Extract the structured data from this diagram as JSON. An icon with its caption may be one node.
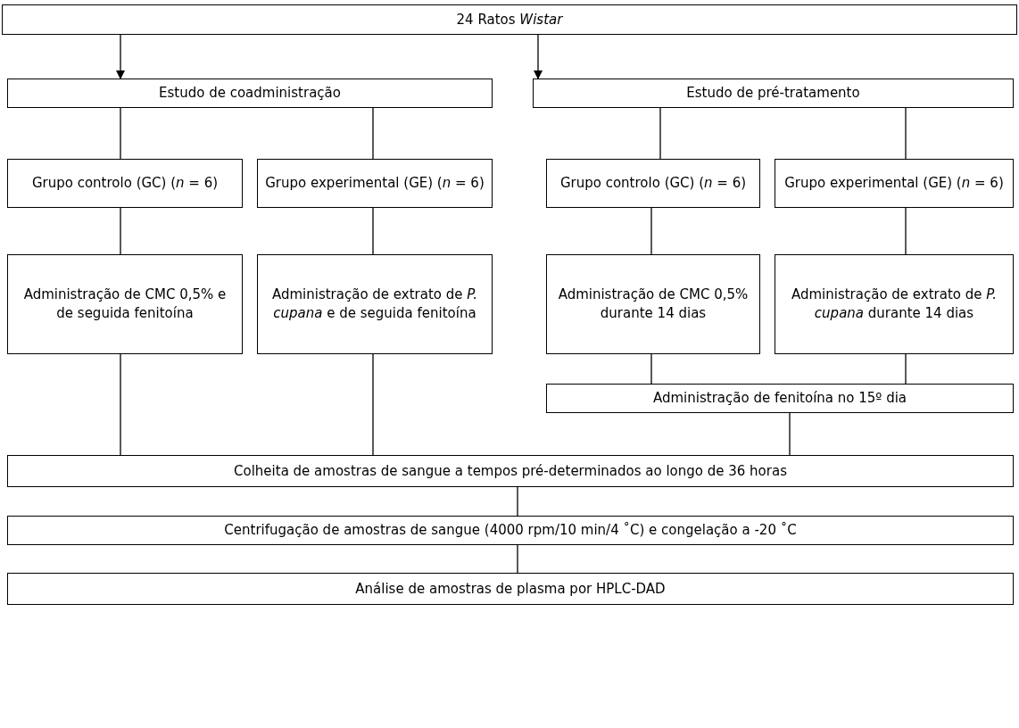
{
  "diagram": {
    "nodes": [
      {
        "text": [
          "24 Ratos *Wistar*"
        ]
      },
      {
        "text": [
          "Estudo de coadministração"
        ]
      },
      {
        "text": [
          "Estudo de pré-tratamento"
        ]
      },
      {
        "text": [
          "Grupo controlo (GC) (*n* = 6)"
        ]
      },
      {
        "text": [
          "Grupo experimental (GE) (*n* = 6)"
        ]
      },
      {
        "text": [
          "Grupo controlo (GC) (*n* = 6)"
        ]
      },
      {
        "text": [
          "Grupo experimental (GE) (*n* = 6)"
        ]
      },
      {
        "text": [
          "Administração de CMC 0,5% e de seguida fenitoína"
        ]
      },
      {
        "text": [
          "Administração de extrato de *P. cupana* e de seguida fenitoína"
        ]
      },
      {
        "text": [
          "Administração de CMC 0,5% durante 14 dias"
        ]
      },
      {
        "text": [
          "Administração de extrato de *P. cupana* durante 14 dias"
        ]
      },
      {
        "text": [
          "Administração de fenitoína no 15º dia"
        ]
      },
      {
        "text": [
          "Colheita de amostras de sangue a tempos pré-determinados ao longo de 36 horas"
        ]
      },
      {
        "text": [
          "Centrifugação de amostras de sangue (4000 rpm/10 min/4 ˚C) e congelação a -20 ˚C"
        ]
      },
      {
        "text": [
          "Análise de amostras de plasma por HPLC-DAD"
        ]
      }
    ],
    "edges": [
      {
        "from": 0,
        "to": 1,
        "arrow": "to"
      },
      {
        "from": 0,
        "to": 2,
        "arrow": "to"
      },
      {
        "from": 1,
        "to": 3,
        "arrow": "none"
      },
      {
        "from": 1,
        "to": 4,
        "arrow": "none"
      },
      {
        "from": 2,
        "to": 5,
        "arrow": "none"
      },
      {
        "from": 2,
        "to": 6,
        "arrow": "none"
      },
      {
        "from": 3,
        "to": 7,
        "arrow": "none"
      },
      {
        "from": 4,
        "to": 8,
        "arrow": "none"
      },
      {
        "from": 5,
        "to": 9,
        "arrow": "none"
      },
      {
        "from": 6,
        "to": 10,
        "arrow": "none"
      },
      {
        "from": 9,
        "to": 11,
        "arrow": "none"
      },
      {
        "from": 10,
        "to": 11,
        "arrow": "none"
      },
      {
        "from": 7,
        "to": 12,
        "arrow": "none"
      },
      {
        "from": 8,
        "to": 12,
        "arrow": "none"
      },
      {
        "from": 11,
        "to": 12,
        "arrow": "none"
      },
      {
        "from": 12,
        "to": 13,
        "arrow": "none"
      },
      {
        "from": 13,
        "to": 14,
        "arrow": "none"
      }
    ]
  }
}
